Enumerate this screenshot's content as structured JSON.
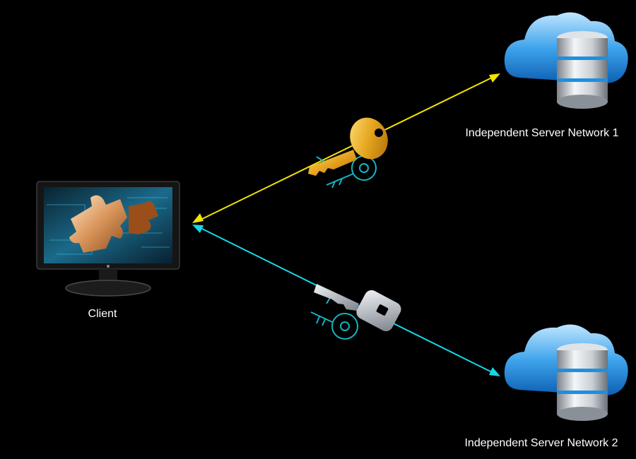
{
  "nodes": {
    "client": {
      "label": "Client",
      "icon": "monitor-puzzle-icon"
    },
    "server1": {
      "label": "Independent Server Network 1",
      "icon": "cloud-database-icon"
    },
    "server2": {
      "label": "Independent Server Network 2",
      "icon": "cloud-database-icon"
    }
  },
  "connections": [
    {
      "from": "server1",
      "to": "client",
      "color": "#f5e400",
      "icon": "gold-key-icon"
    },
    {
      "from": "client",
      "to": "server2",
      "color": "#16d7e8",
      "icon": "silver-key-icon"
    }
  ],
  "colors": {
    "background": "#000000",
    "accent_blue": "#1f8fe0",
    "cyan_outline": "#18c8d8"
  }
}
